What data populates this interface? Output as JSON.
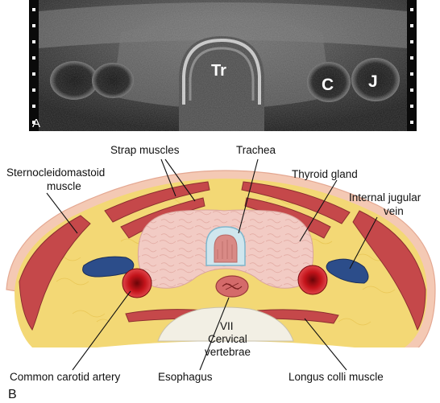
{
  "panel_a": {
    "letter": "A",
    "labels": {
      "trachea": "Tr",
      "carotid": "C",
      "jugular": "J"
    }
  },
  "panel_b": {
    "letter": "B",
    "labels": {
      "strap": "Strap muscles",
      "trachea": "Trachea",
      "scm_line1": "Sternocleidomastoid",
      "scm_line2": "muscle",
      "thyroid": "Thyroid gland",
      "ijv_line1": "Internal jugular",
      "ijv_line2": "vein",
      "vertebra_1": "VII",
      "vertebra_2": "Cervical",
      "vertebra_3": "vertebrae",
      "carotid": "Common carotid artery",
      "esophagus": "Esophagus",
      "longus": "Longus colli muscle"
    }
  },
  "colors": {
    "fat": "#f3d875",
    "skin": "#f4c9b4",
    "muscle": "#c5484a",
    "thyroid": "#f1c8c1",
    "artery": "#c3131a",
    "vein": "#2c4d8a",
    "bone": "#f2efe4"
  }
}
